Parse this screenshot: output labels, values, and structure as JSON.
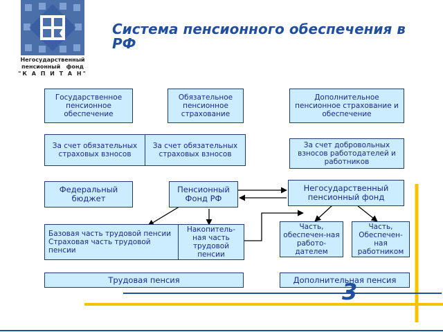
{
  "logo": {
    "name_line1": "Негосударственный",
    "name_line2": "пенсионный   фонд",
    "name_line3": "\"К А П И Т А Н\""
  },
  "title": "Система пенсионного обеспечения в РФ",
  "boxes": {
    "state_provision": "Государственное пенсионное обеспечение",
    "mandatory_insurance": "Обязательное пенсионное страхование",
    "additional_insurance": "Дополнительное пенсионное страхование и обеспечение",
    "mandatory_contributions_1": "За счет обязательных страховых взносов",
    "mandatory_contributions_2": "За счет обязательных страховых взносов",
    "voluntary_contributions": "За счет добровольных взносов работодателей и работников",
    "federal_budget": "Федеральный бюджет",
    "pension_fund": "Пенсионный Фонд РФ",
    "npf": "Негосударственный пенсионный фонд",
    "base_insurance_part": "Базовая часть трудовой пенсии Страховая часть трудовой пенсии",
    "funded_part": "Накопитель-ная часть трудовой пенсии",
    "employer_part": "Часть, обеспечен-ная работо-дателем",
    "employee_part": "Часть, Обеспечен-ная работником",
    "labor_pension": "Трудовая пенсия",
    "additional_pension": "Дополнительная пенсия"
  },
  "slide_number": "3",
  "colors": {
    "box_fill": "#ccecff",
    "box_border": "#1f3b6e",
    "box_text": "#1a2a8c",
    "title": "#1f4f9e",
    "accent_yellow": "#f5c400",
    "accent_blue": "#1f4f9e"
  }
}
